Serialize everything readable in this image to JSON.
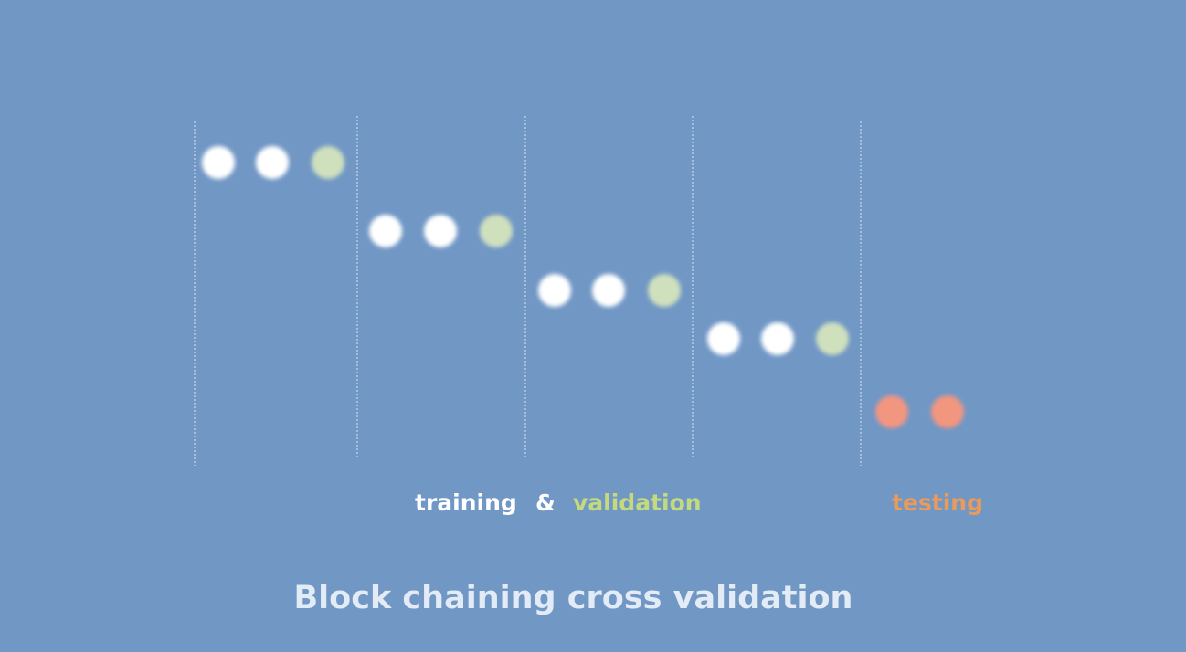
{
  "labels": {
    "training": "training",
    "ampersand": "&",
    "validation": "validation",
    "testing": "testing"
  },
  "caption": "Block chaining cross validation",
  "colors": {
    "background": "#7197c5",
    "training": "#ffffff",
    "validation": "#c4da7c",
    "validation_dot": "#cfe0bd",
    "testing": "#ea9a5a",
    "testing_dot": "#f29680",
    "divider": "#c9d8ec",
    "caption": "#e2ebf6"
  },
  "blocks": [
    {
      "dots": [
        "training",
        "training",
        "validation"
      ]
    },
    {
      "dots": [
        "training",
        "training",
        "validation"
      ]
    },
    {
      "dots": [
        "training",
        "training",
        "validation"
      ]
    },
    {
      "dots": [
        "training",
        "training",
        "validation"
      ]
    },
    {
      "dots": [
        "testing",
        "testing"
      ]
    }
  ]
}
